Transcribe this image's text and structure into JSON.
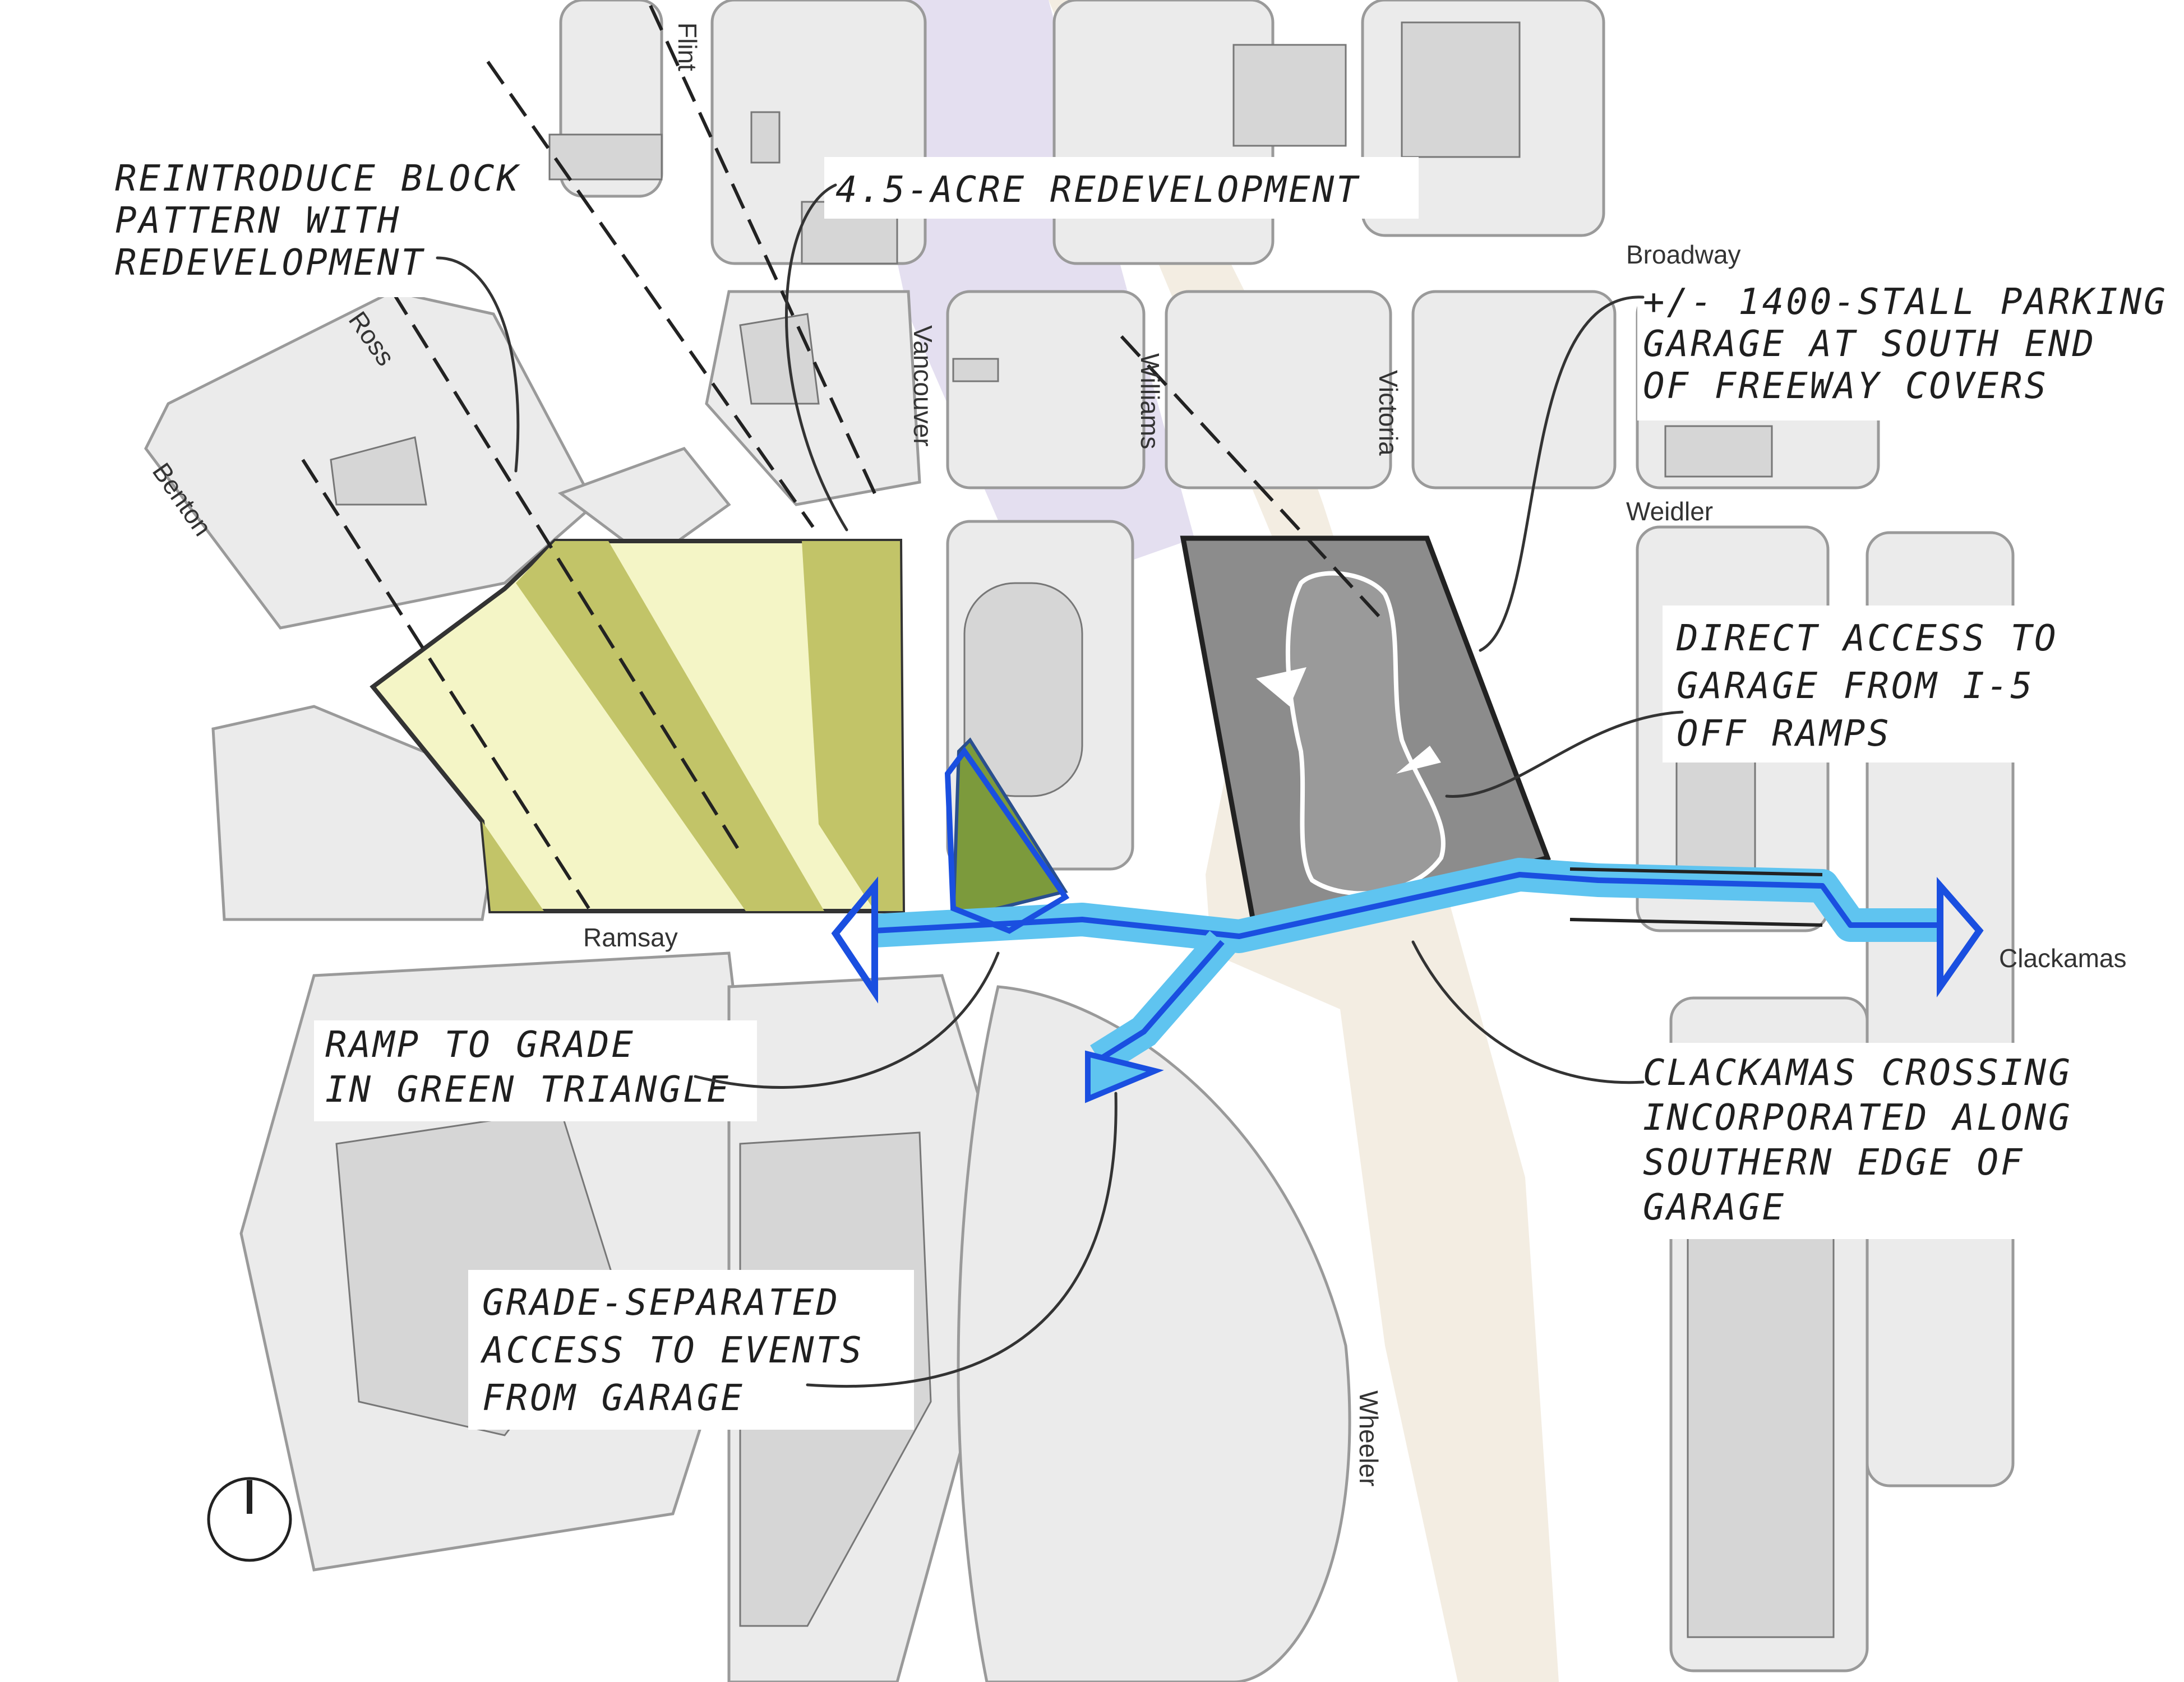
{
  "streets": {
    "flint": "Flint",
    "broadway": "Broadway",
    "ross": "Ross",
    "vancouver": "Vancouver",
    "williams": "Williams",
    "victoria": "Victoria",
    "benton": "Benton",
    "weidler": "Weidler",
    "ramsay": "Ramsay",
    "clackamas": "Clackamas",
    "wheeler": "Wheeler"
  },
  "annotations": {
    "block_pattern": [
      "REINTRODUCE BLOCK",
      "PATTERN WITH",
      "REDEVELOPMENT"
    ],
    "redevelopment": [
      "4.5-ACRE REDEVELOPMENT"
    ],
    "parking": [
      "+/- 1400-STALL PARKING",
      "GARAGE AT SOUTH END",
      "OF FREEWAY COVERS"
    ],
    "direct_access": [
      "DIRECT ACCESS TO",
      "GARAGE FROM I-5",
      "OFF RAMPS"
    ],
    "ramp": [
      "RAMP TO GRADE",
      "IN GREEN TRIANGLE"
    ],
    "crossing": [
      "CLACKAMAS CROSSING",
      "INCORPORATED ALONG",
      "SOUTHERN EDGE OF",
      "GARAGE"
    ],
    "grade_separated": [
      "GRADE-SEPARATED",
      "ACCESS TO EVENTS",
      "FROM GARAGE"
    ]
  },
  "colors": {
    "redevelopment_fill": "#f4f5c6",
    "redevelopment_band": "#c2c468",
    "garage_fill": "#8c8c8c",
    "access_blue": "#1a4fe0",
    "access_light": "#5fc4f0",
    "freeway_purple": "#e4dff0",
    "freeway_tan": "#f3ede2",
    "triangle_green": "#7c9a3c"
  },
  "icons": {
    "north_arrow": "north-arrow-icon"
  }
}
